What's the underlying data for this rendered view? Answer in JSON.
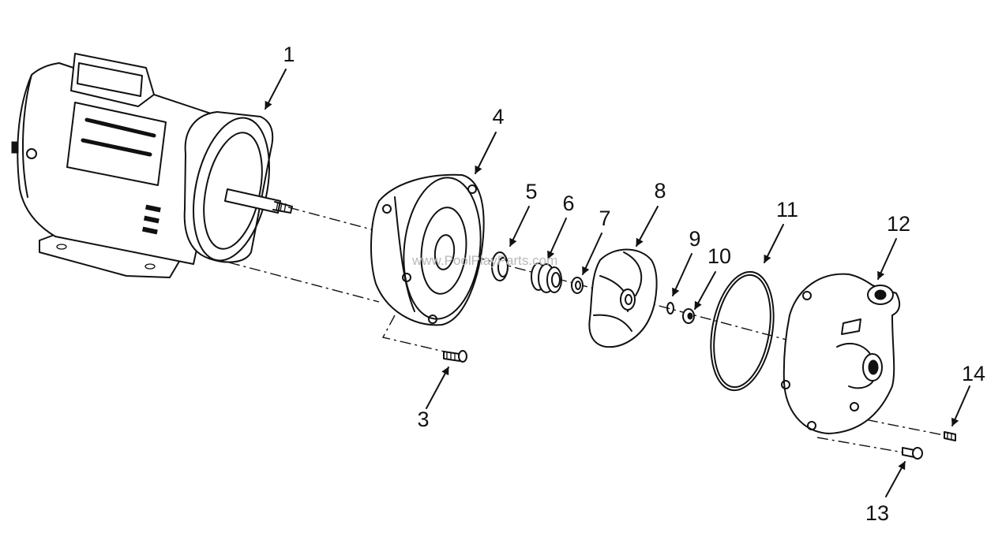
{
  "watermark": "www.PoolPlayParts.com",
  "callouts": [
    {
      "id": "1",
      "label": "1"
    },
    {
      "id": "3",
      "label": "3"
    },
    {
      "id": "4",
      "label": "4"
    },
    {
      "id": "5",
      "label": "5"
    },
    {
      "id": "6",
      "label": "6"
    },
    {
      "id": "7",
      "label": "7"
    },
    {
      "id": "8",
      "label": "8"
    },
    {
      "id": "9",
      "label": "9"
    },
    {
      "id": "10",
      "label": "10"
    },
    {
      "id": "11",
      "label": "11"
    },
    {
      "id": "12",
      "label": "12"
    },
    {
      "id": "13",
      "label": "13"
    },
    {
      "id": "14",
      "label": "14"
    }
  ]
}
